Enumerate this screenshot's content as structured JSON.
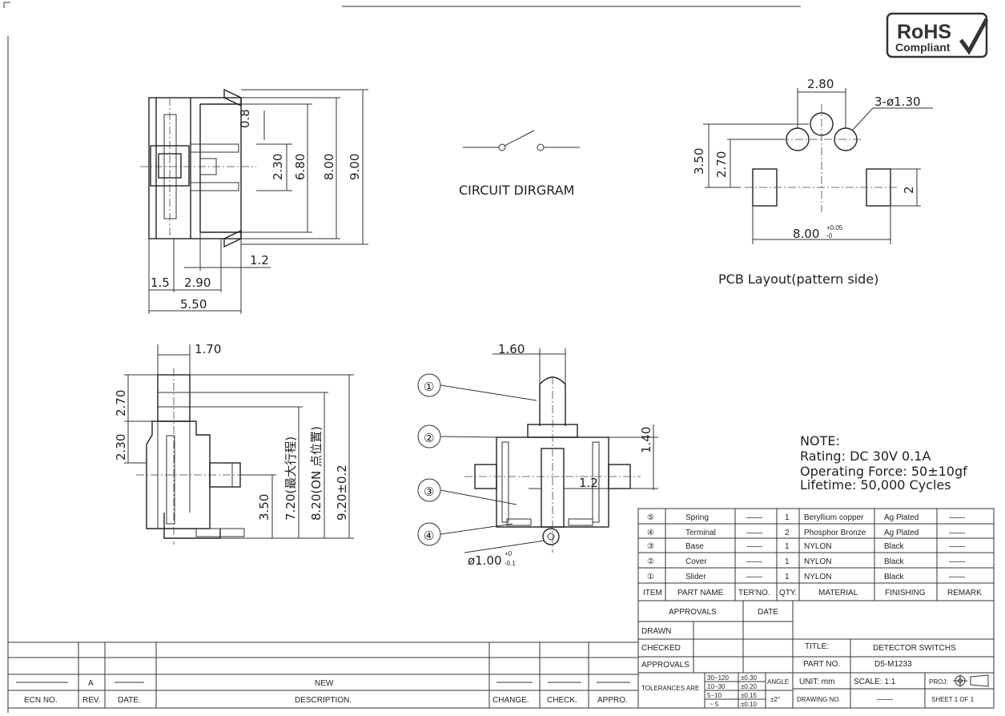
{
  "rohs": {
    "line1": "RoHS",
    "line2": "Compliant"
  },
  "top_view": {
    "dims": [
      "0.8",
      "2.30",
      "6.80",
      "8.00",
      "9.00",
      "1.2",
      "1.5",
      "2.90",
      "5.50"
    ]
  },
  "circuit": {
    "label": "CIRCUIT DIRGRAM"
  },
  "pcb": {
    "label": "PCB Layout(pattern side)",
    "dims": [
      "2.80",
      "3-ø1.30",
      "3.50",
      "2.70",
      "2"
    ],
    "width_dim": "8.00",
    "width_tol_upper": "+0.05",
    "width_tol_lower": "-0"
  },
  "side_view": {
    "dims": [
      "1.70",
      "2.70",
      "2.30",
      "3.50",
      "7.20(最大行程)",
      "8.20(ON 点位置)",
      "9.20±0.2"
    ]
  },
  "front_view": {
    "dims": [
      "1.60",
      "1.40",
      "1.2"
    ],
    "hole": "ø1.00",
    "hole_tol_upper": "+0",
    "hole_tol_lower": "-0.1",
    "balloons": [
      "①",
      "②",
      "③",
      "④"
    ]
  },
  "note": {
    "title": "NOTE:",
    "lines": [
      "Rating: DC 30V 0.1A",
      "Operating Force: 50±10gf",
      "Lifetime:   50,000 Cycles"
    ]
  },
  "bom": {
    "rows": [
      {
        "item": "⑤",
        "name": "Spring",
        "ter": "——",
        "qty": "1",
        "material": "Beryllium copper",
        "finishing": "Ag Plated",
        "remark": "——"
      },
      {
        "item": "④",
        "name": "Terminal",
        "ter": "——",
        "qty": "2",
        "material": "Phosphor Bronze",
        "finishing": "Ag Plated",
        "remark": "——"
      },
      {
        "item": "③",
        "name": "Base",
        "ter": "——",
        "qty": "1",
        "material": "NYLON",
        "finishing": "Black",
        "remark": "——"
      },
      {
        "item": "②",
        "name": "Cover",
        "ter": "——",
        "qty": "1",
        "material": "NYLON",
        "finishing": "Black",
        "remark": "——"
      },
      {
        "item": "①",
        "name": "Slider",
        "ter": "——",
        "qty": "1",
        "material": "NYLON",
        "finishing": "Black",
        "remark": "——"
      }
    ],
    "headers": [
      "ITEM",
      "PART NAME",
      "TER'NO.",
      "QTY.",
      "MATERIAL",
      "FINISHING",
      "REMARK"
    ]
  },
  "title_block": {
    "approvals": "APPROVALS",
    "date": "DATE",
    "drawn": "DRAWN",
    "checked": "CHECKED",
    "approvals2": "APPROVALS",
    "title_label": "TITLE:",
    "title": "DETECTOR SWITCHS",
    "part_label": "PART NO.",
    "part_no": "D5-M1233",
    "tol_label": "TOLERANCES ARE",
    "tol_ranges": [
      "30~120",
      "10~30",
      "5~10",
      "~ 5"
    ],
    "tol_vals": [
      "±0.30",
      "±0.20",
      "±0.15",
      "±0.10"
    ],
    "angle_label": "ANGLE",
    "angle": "±2°",
    "unit": "UNIT: mm",
    "scale": "SCALE:   1:1",
    "proj": "PROJ:",
    "drawing_label": "DRAWING NO.",
    "drawing_no": "——",
    "sheet": "SHEET   1  OF  1"
  },
  "revision": {
    "row_rev": "A",
    "row_desc": "NEW",
    "headers": [
      "ECN NO.",
      "REV.",
      "DATE.",
      "DESCRIPTION.",
      "CHANGE.",
      "CHECK.",
      "APPRO."
    ]
  }
}
